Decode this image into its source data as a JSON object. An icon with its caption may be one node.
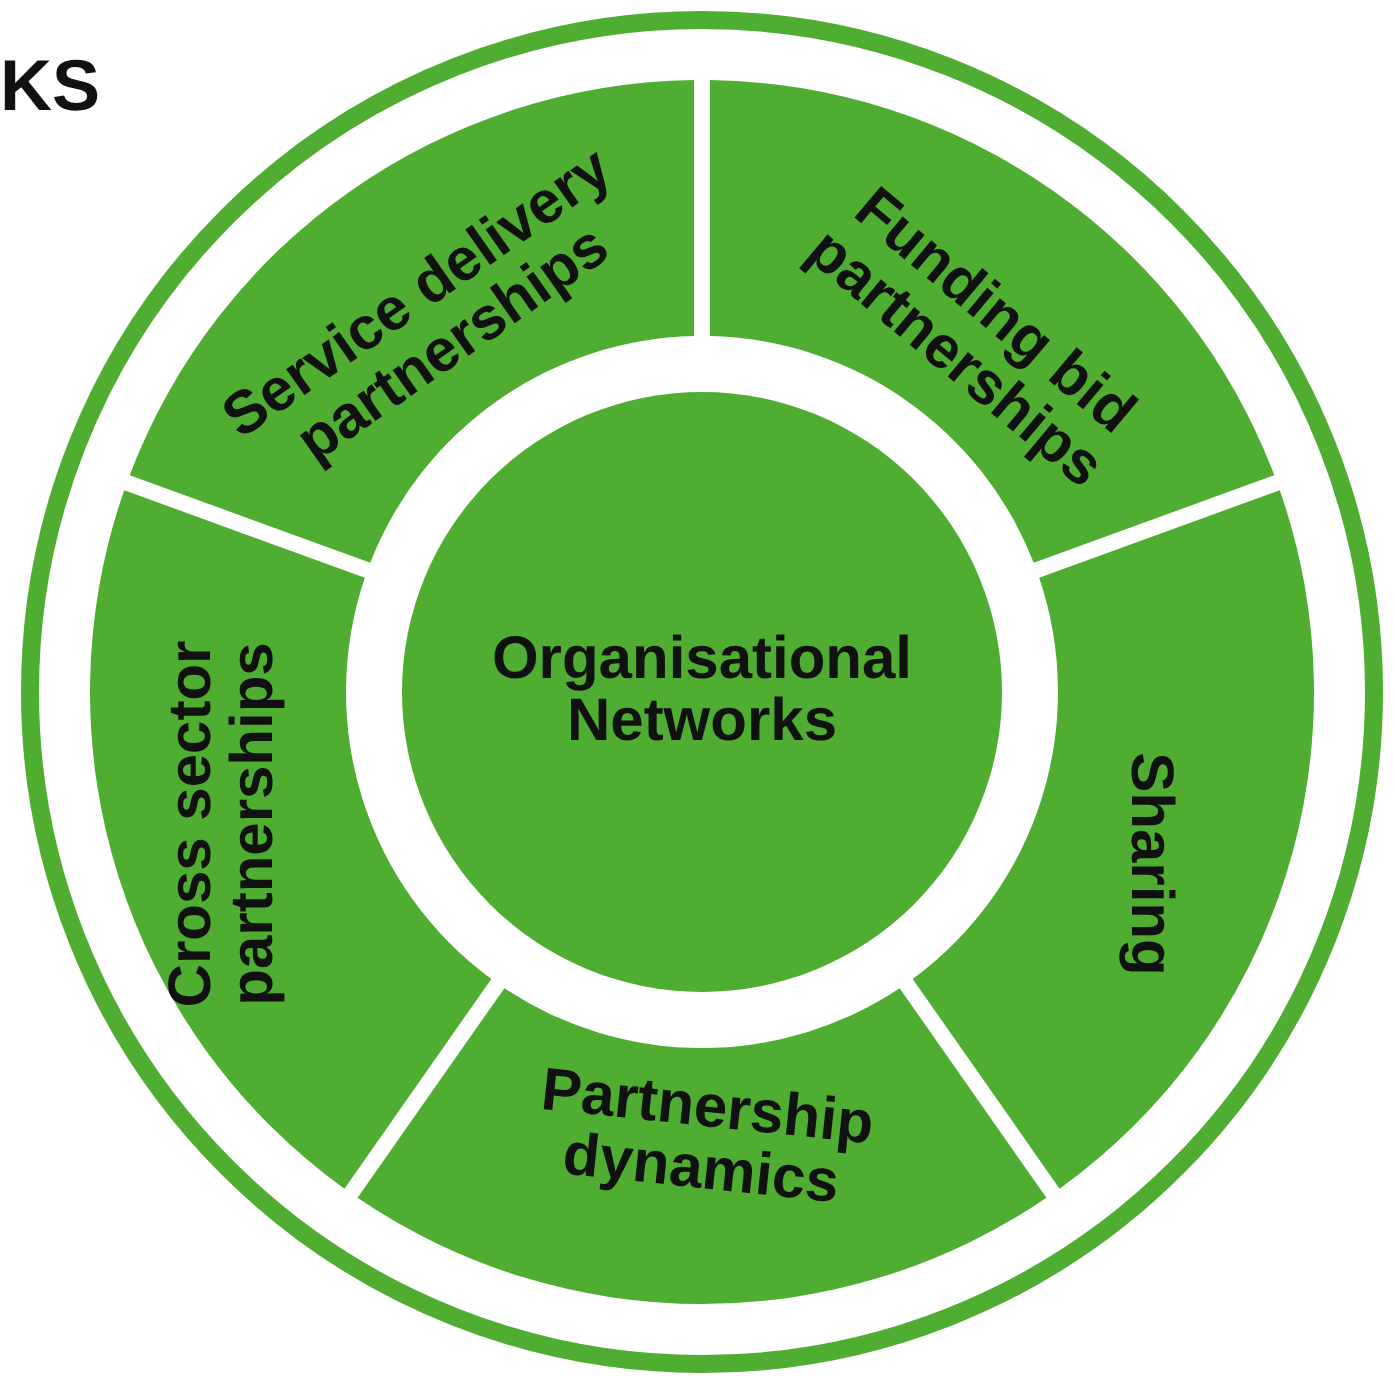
{
  "diagram": {
    "nodes": [
      {
        "text": [
          "Organisational Networks"
        ]
      },
      {
        "text": [
          "Service delivery partnerships"
        ]
      },
      {
        "text": [
          "Funding bid partnerships"
        ]
      },
      {
        "text": [
          "Sharing"
        ]
      },
      {
        "text": [
          "Partnership dynamics"
        ]
      },
      {
        "text": [
          "Cross sector partnerships"
        ]
      }
    ],
    "edges": [],
    "labels": [
      "KS"
    ]
  }
}
